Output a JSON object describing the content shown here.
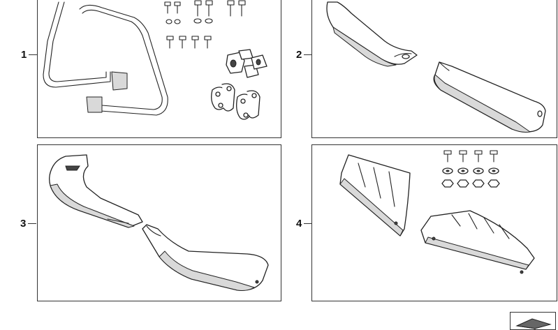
{
  "callouts": [
    {
      "label": "1"
    },
    {
      "label": "2"
    },
    {
      "label": "3"
    },
    {
      "label": "4"
    }
  ],
  "icons": {
    "panel1": [
      "bracket-frame-icon",
      "screw-set-icon",
      "rubber-grommet-icon",
      "clamp-icon"
    ],
    "panel2": [
      "hand-guard-part-icon"
    ],
    "panel3": [
      "hand-guard-shell-icon"
    ],
    "panel4": [
      "deflector-plate-icon",
      "screw-nut-set-icon"
    ],
    "corner": "page-flip-icon"
  }
}
